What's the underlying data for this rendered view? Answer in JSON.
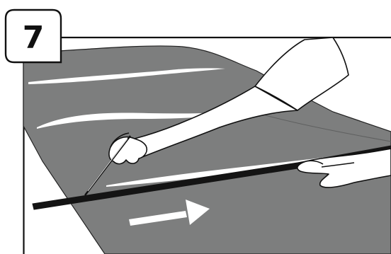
{
  "step": {
    "number": "7"
  },
  "colors": {
    "panel": "#7d7e7e",
    "outline": "#111111",
    "background": "#ffffff",
    "straightedge": "#141414",
    "arrow": "#ffffff"
  },
  "illustration": {
    "subject": "cutting-panel-along-straightedge",
    "arrow_direction": "right"
  }
}
